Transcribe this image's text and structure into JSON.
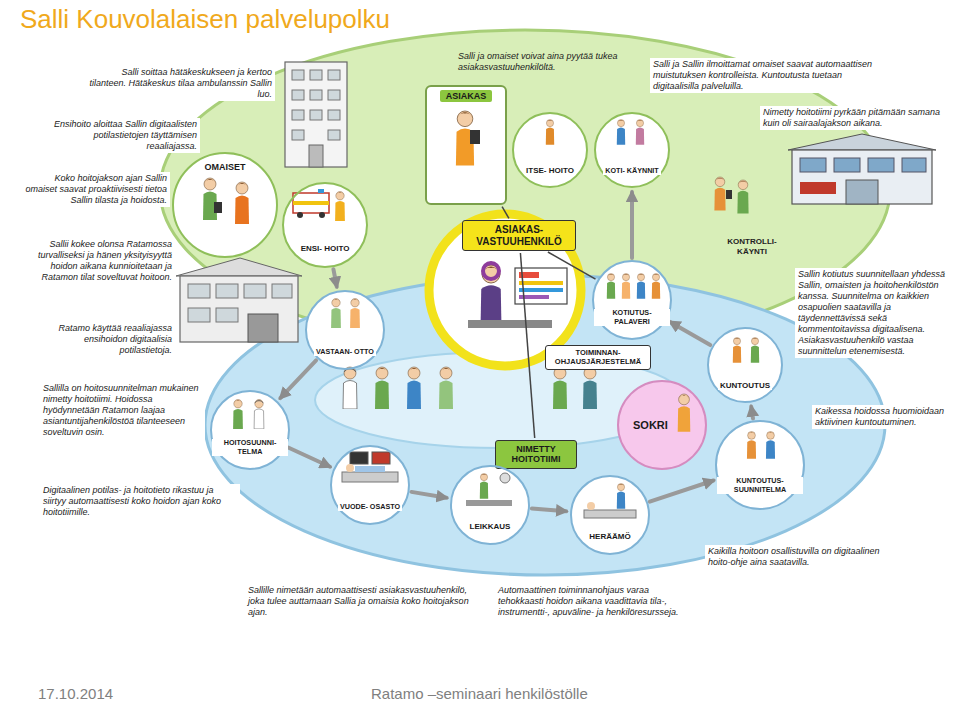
{
  "diagram": {
    "title": "Salli Kouvolalaisen palvelupolku",
    "nodes": [
      {
        "text": [
          "OMAISET"
        ]
      },
      {
        "text": [
          "ENSI- HOITO"
        ]
      },
      {
        "text": [
          "ASIAKAS"
        ]
      },
      {
        "text": [
          "ITSE- HOITO"
        ]
      },
      {
        "text": [
          "KOTI- KÄYNNIT"
        ]
      },
      {
        "text": [
          "ASIAKAS- VASTUUHENKILÖ"
        ]
      },
      {
        "text": [
          "TOIMINNAN- OHJAUSJÄRJESTELMÄ"
        ]
      },
      {
        "text": [
          "KOTIUTUS- PALAVERI"
        ]
      },
      {
        "text": [
          "VASTAAN- OTTO"
        ]
      },
      {
        "text": [
          "KUNTOUTUS"
        ]
      },
      {
        "text": [
          "SOKRI"
        ]
      },
      {
        "text": [
          "NIMETTY HOITOTIIMI"
        ]
      },
      {
        "text": [
          "HOITOSUUNNI- TELMA"
        ]
      },
      {
        "text": [
          "KUNTOUTUS- SUUNNITELMA"
        ]
      },
      {
        "text": [
          "VUODE- OSASTO"
        ]
      },
      {
        "text": [
          "LEIKKAUS"
        ]
      },
      {
        "text": [
          "HERÄÄMÖ"
        ]
      }
    ],
    "edges": [
      {
        "from": 1,
        "to": 8,
        "arrow": "to"
      },
      {
        "from": 8,
        "to": 12,
        "arrow": "to"
      },
      {
        "from": 12,
        "to": 14,
        "arrow": "to"
      },
      {
        "from": 14,
        "to": 15,
        "arrow": "to"
      },
      {
        "from": 15,
        "to": 16,
        "arrow": "to"
      },
      {
        "from": 16,
        "to": 13,
        "arrow": "to"
      },
      {
        "from": 13,
        "to": 9,
        "arrow": "to"
      },
      {
        "from": 9,
        "to": 7,
        "arrow": "to"
      },
      {
        "from": 7,
        "to": 4,
        "arrow": "to"
      },
      {
        "from": 5,
        "to": 2,
        "arrow": "none"
      },
      {
        "from": 5,
        "to": 11,
        "arrow": "none"
      },
      {
        "from": 5,
        "to": 7,
        "arrow": "none"
      }
    ],
    "labels": [
      "Salli soittaa hätäkeskukseen ja kertoo tilanteen. Hätäkeskus tilaa ambulanssin Sallin luo.",
      "Ensihoito aloittaa Sallin digitaalisten potilastietojen täyttämisen reaaliajassa.",
      "Koko hoitojakson ajan Sallin omaiset saavat proaktiivisesti tietoa Sallin tilasta ja hoidosta.",
      "Sallii kokee olonsa Ratamossa turvalliseksi ja hänen yksityisyyttä hoidon aikana kunnioitetaan ja Ratamon tilat soveltuvat hoitoon.",
      "Ratamo käyttää reaaliajassa ensihoidon digitaalisia potilastietoja.",
      "Sallilla on hoitosuunnitelman mukainen nimetty hoitotiimi. Hoidossa hyödynnetään Ratamon laajaa asiantuntijahenkilöstöä tilanteeseen soveltuvin osin.",
      "Digitaalinen potilas- ja hoitotieto rikastuu ja siirtyy automaattisesti koko hoidon ajan koko hoitotiimille.",
      "Sallille nimetään automaattisesti asiakasvastuuhenkilö, joka tulee auttamaan Sallia ja omaisia koko hoitojakson ajan.",
      "Automaattinen toiminnanohjaus varaa tehokkaasti hoidon aikana vaadittavia tila-, instrumentti-, apuväline- ja henkilöresursseja.",
      "Kaikilla hoitoon osallistuvilla on digitaalinen hoito-ohje aina saatavilla.",
      "Kaikessa hoidossa huomioidaan aktiivinen kuntoutuminen.",
      "Sallin kotiutus suunnitellaan yhdessä Sallin, omaisten ja hoitohenkilöstön kanssa. Suunnitelma on kaikkien osapuolien saatavilla ja täydennettävissä sekä kommentoitavissa digitaalisena. Asiakasvastuuhenkilö vastaa suunnittelun etenemisestä.",
      "Nimetty hoitotiimi pyrkään pitämään samana kuin oli sairaalajakson aikana.",
      "Salli ja Sallin ilmoittamat omaiset saavat automaattisen muistutuksen kontrolleista. Kuntoutusta tuetaan digitaalisilla palveluilla.",
      "Salli ja omaiset voivat aina pyytää tukea asiakasvastuuhenkilöltä.",
      "KONTROLLI- KÄYNTI",
      "17.10.2014",
      "Ratamo –seminaari henkilöstölle"
    ]
  }
}
